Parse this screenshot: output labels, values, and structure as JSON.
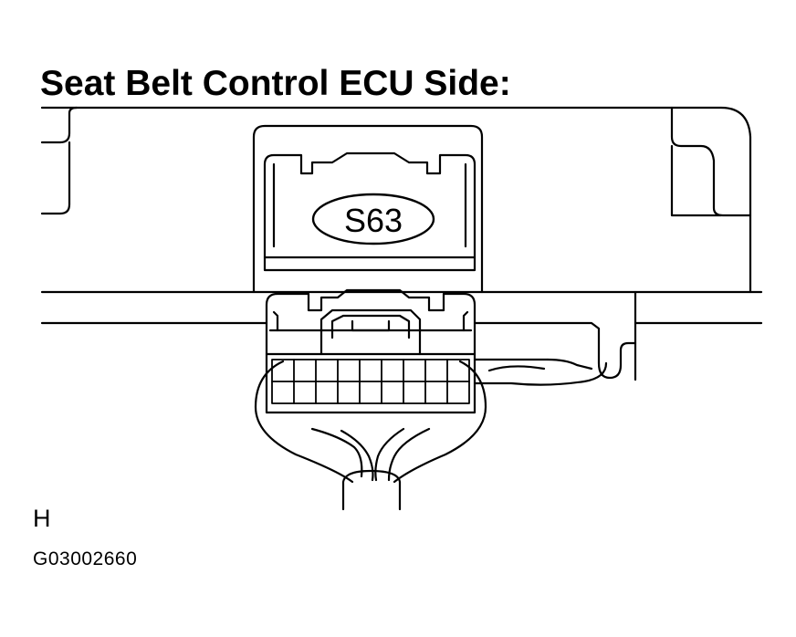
{
  "diagram": {
    "title": "Seat Belt Control ECU Side:",
    "connector_label": "S63",
    "corner_letter": "H",
    "figure_code": "G03002660",
    "line_color": "#000000",
    "background_color": "#ffffff"
  }
}
